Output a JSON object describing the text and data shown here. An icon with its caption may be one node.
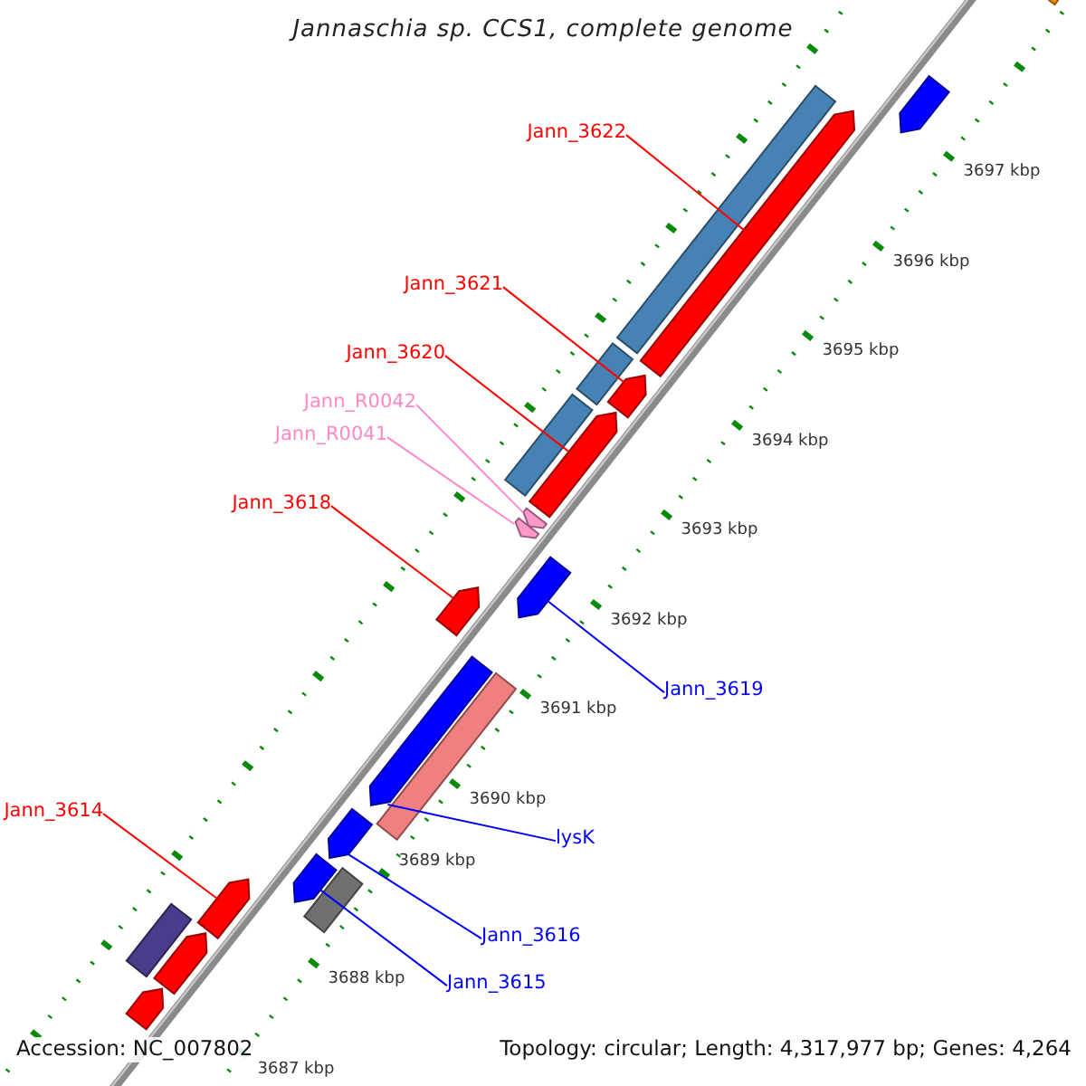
{
  "diagram": {
    "title": "Jannaschia sp. CCS1, complete genome",
    "nodes": [
      {
        "text": [
          "Jann_3622"
        ]
      },
      {
        "text": [
          "Jann_3621"
        ]
      },
      {
        "text": [
          "Jann_3620"
        ]
      },
      {
        "text": [
          "Jann_R0042"
        ]
      },
      {
        "text": [
          "Jann_R0041"
        ]
      },
      {
        "text": [
          "Jann_3618"
        ]
      },
      {
        "text": [
          "Jann_3619"
        ]
      },
      {
        "text": [
          "lysK"
        ]
      },
      {
        "text": [
          "Jann_3614"
        ]
      },
      {
        "text": [
          "Jann_3616"
        ]
      },
      {
        "text": [
          "Jann_3615"
        ]
      },
      {
        "text": [],
        "shape": "bar"
      },
      {
        "text": [],
        "shape": "arrow"
      },
      {
        "text": [],
        "shape": "bar"
      },
      {
        "text": [],
        "shape": "arrow"
      },
      {
        "text": [],
        "shape": "bar"
      },
      {
        "text": [],
        "shape": "arrow"
      },
      {
        "text": [],
        "shape": "bar"
      },
      {
        "text": [],
        "shape": "arrow"
      },
      {
        "text": [],
        "shape": "arrow"
      },
      {
        "text": [],
        "shape": "arrow"
      },
      {
        "text": [],
        "shape": "arrow"
      },
      {
        "text": [],
        "shape": "arrow"
      },
      {
        "text": [],
        "shape": "arrow"
      },
      {
        "text": [],
        "shape": "bar"
      },
      {
        "text": [],
        "shape": "arrow"
      },
      {
        "text": [],
        "shape": "bar"
      },
      {
        "text": [],
        "shape": "arrow"
      },
      {
        "text": [],
        "shape": "arrow"
      },
      {
        "text": [],
        "shape": "bar"
      },
      {
        "text": [],
        "shape": "arrow"
      },
      {
        "text": [],
        "shape": "arrow"
      }
    ],
    "edges": [
      {
        "from": 0,
        "to": 14,
        "arrow": "none"
      },
      {
        "from": 1,
        "to": 16,
        "arrow": "none"
      },
      {
        "from": 2,
        "to": 18,
        "arrow": "none"
      },
      {
        "from": 3,
        "to": 19,
        "arrow": "none",
        "color": "#ff88c8"
      },
      {
        "from": 4,
        "to": 20,
        "arrow": "none",
        "color": "#ff88c8"
      },
      {
        "from": 5,
        "to": 21,
        "arrow": "none"
      },
      {
        "from": 6,
        "to": 22,
        "arrow": "none",
        "color": "#0000ff"
      },
      {
        "from": 7,
        "to": 23,
        "arrow": "none",
        "color": "#0000ff"
      },
      {
        "from": 8,
        "to": 28,
        "arrow": "none"
      },
      {
        "from": 9,
        "to": 25,
        "arrow": "none",
        "color": "#0000ff"
      },
      {
        "from": 10,
        "to": 27,
        "arrow": "none",
        "color": "#0000ff"
      }
    ],
    "labels": [
      "3697 kbp",
      "3696 kbp",
      "3695 kbp",
      "3694 kbp",
      "3693 kbp",
      "3692 kbp",
      "3691 kbp",
      "3690 kbp",
      "3689 kbp",
      "3688 kbp",
      "3687 kbp",
      "Accession: NC_007802",
      "Topology: circular; Length: 4,317,977 bp; Genes: 4,264"
    ]
  }
}
